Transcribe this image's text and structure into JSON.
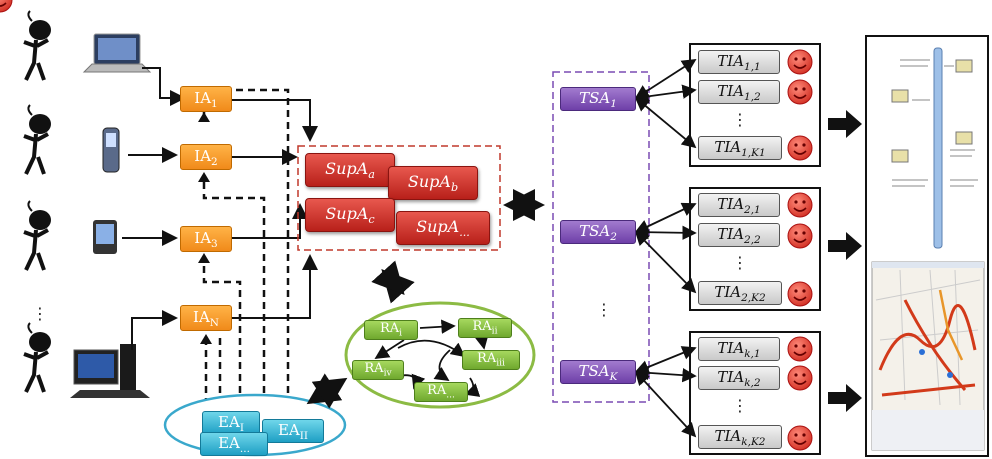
{
  "interface_agents": [
    "IA1",
    "IA2",
    "IA3",
    "IAN"
  ],
  "support_agents": [
    "SupAa",
    "SupAb",
    "SupAc",
    "SupA..."
  ],
  "task_agents": [
    "TSA1",
    "TSA2",
    "TSAK"
  ],
  "task_instance_agents": [
    [
      "TIA1,1",
      "TIA1,2",
      "TIA1,K1"
    ],
    [
      "TIA2,1",
      "TIA2,2",
      "TIA2,K2"
    ],
    [
      "TIAk,1",
      "TIAk,2",
      "TIAk,K2"
    ]
  ],
  "resource_agents": [
    "RAi",
    "RAii",
    "RAiii",
    "RAiv",
    "RA..."
  ],
  "external_agents": [
    "EAI",
    "EAII",
    "EA..."
  ],
  "ellipsis": "⋮",
  "colors": {
    "interface": "#f5961f",
    "support": "#c62b22",
    "task": "#7a4bb3",
    "instance": "#d9d9d9",
    "resource": "#7fb83b",
    "external": "#29aed1",
    "face": "#e8483c"
  },
  "icons": [
    "user-figure-icon",
    "laptop-icon",
    "phone-icon",
    "pda-icon",
    "desktop-pc-icon",
    "smiley-face-icon",
    "map-screenshot-icon",
    "diagram-screenshot-icon"
  ]
}
